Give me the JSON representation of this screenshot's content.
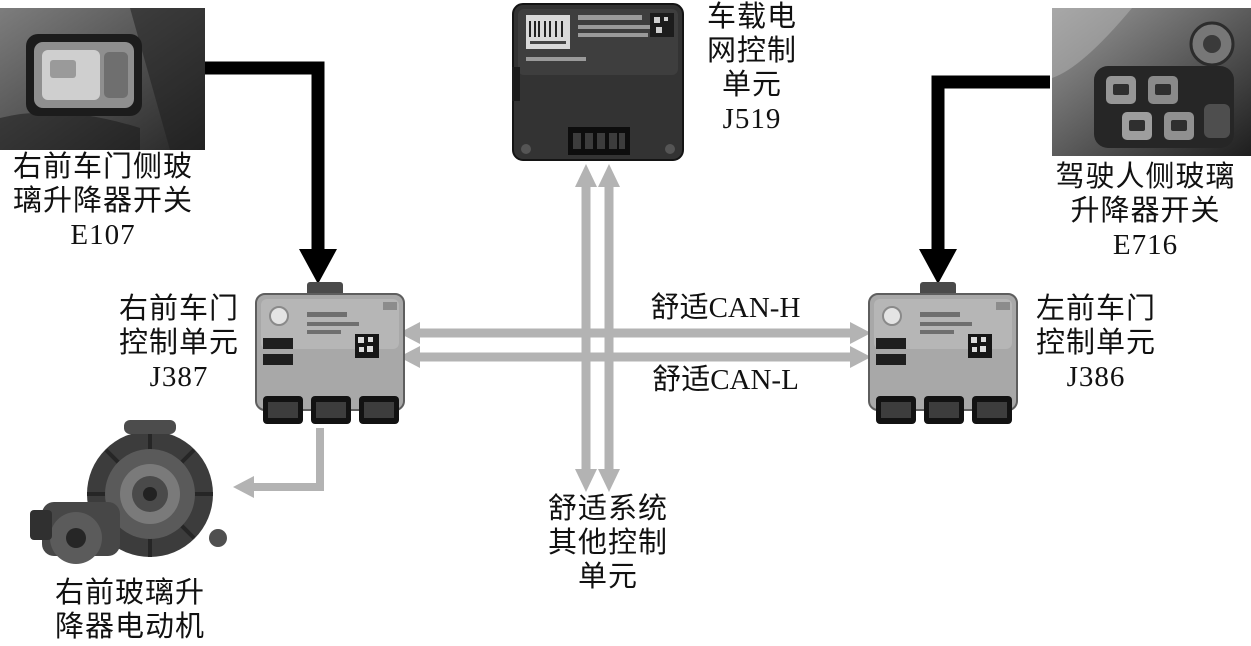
{
  "diagram": {
    "e107": {
      "name_line1": "右前车门侧玻",
      "name_line2": "璃升降器开关",
      "code": "E107"
    },
    "j519": {
      "name_line1": "车载电",
      "name_line2": "网控制",
      "name_line3": "单元",
      "code": "J519"
    },
    "e716": {
      "name_line1": "驾驶人侧玻璃",
      "name_line2": "升降器开关",
      "code": "E716"
    },
    "j387": {
      "name_line1": "右前车门",
      "name_line2": "控制单元",
      "code": "J387"
    },
    "j386": {
      "name_line1": "左前车门",
      "name_line2": "控制单元",
      "code": "J386"
    },
    "motor": {
      "name_line1": "右前玻璃升",
      "name_line2": "降器电动机"
    },
    "other_units": {
      "name_line1": "舒适系统",
      "name_line2": "其他控制",
      "name_line3": "单元"
    },
    "bus": {
      "can_h": "舒适CAN-H",
      "can_l": "舒适CAN-L"
    },
    "colors": {
      "bus_gray": "#b3b3b3",
      "arrow_black": "#000000",
      "text": "#111111",
      "background": "#ffffff"
    }
  }
}
